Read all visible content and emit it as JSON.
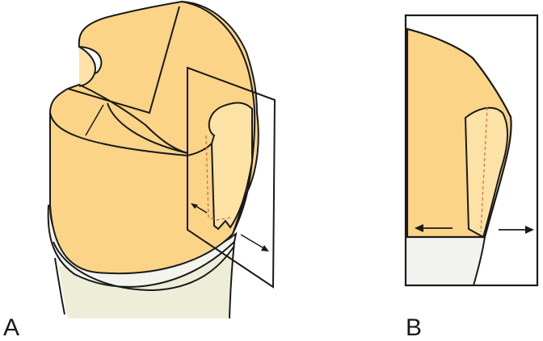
{
  "figure": {
    "panels": [
      {
        "id": "A",
        "label": "A",
        "description": "Tooth crown with cutting plane and proximal box preparation"
      },
      {
        "id": "B",
        "label": "B",
        "description": "Cross-section view through the cutting plane"
      }
    ],
    "colors": {
      "enamel": "#fbd488",
      "enamel_light": "#fde2a6",
      "root": "#eeeed8",
      "gingiva_band": "#f4f4ef",
      "outline": "#1a1a1a",
      "dashed_line": "#d9664a",
      "section_bg": "#ffffff",
      "section_lower": "#f2f2ee"
    }
  }
}
